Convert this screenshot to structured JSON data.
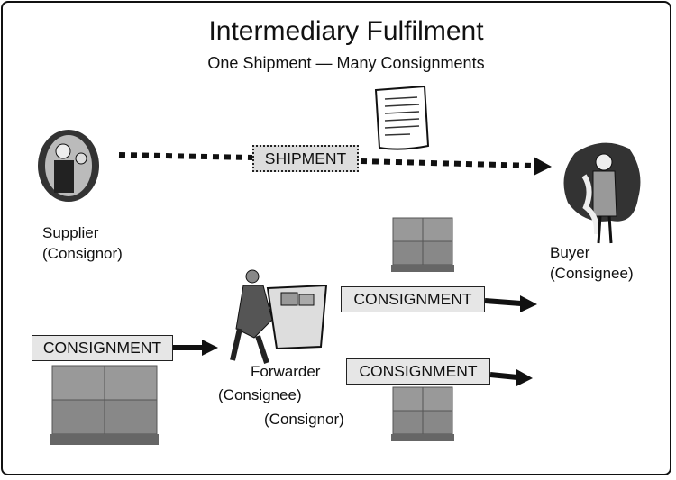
{
  "title": "Intermediary Fulfilment",
  "subtitle": "One Shipment — Many Consignments",
  "shipment_label": "SHIPMENT",
  "supplier": {
    "name": "Supplier",
    "role": "(Consignor)"
  },
  "buyer": {
    "name": "Buyer",
    "role": "(Consignee)"
  },
  "forwarder": {
    "name": "Forwarder",
    "role1": "(Consignee)",
    "role2": "(Consignor)"
  },
  "consignments": [
    "CONSIGNMENT",
    "CONSIGNMENT",
    "CONSIGNMENT"
  ],
  "colors": {
    "box_fill": "#e6e6e6",
    "line": "#111111"
  }
}
